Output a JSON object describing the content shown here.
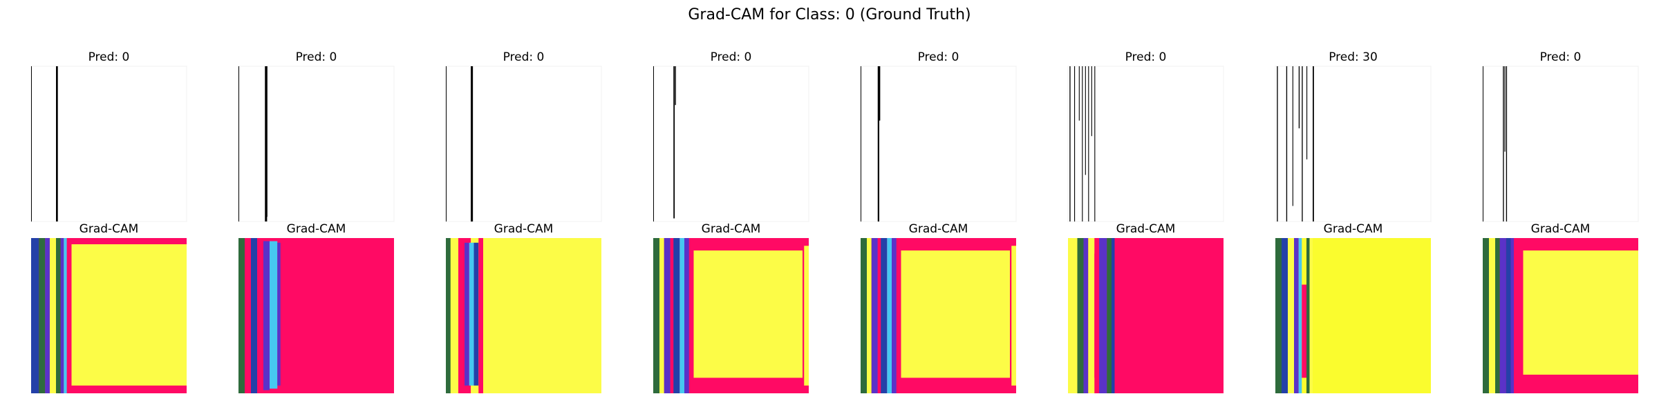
{
  "figure": {
    "suptitle": "Grad-CAM for Class: 0 (Ground Truth)"
  },
  "chart_data": {
    "type": "image-grid",
    "rows": [
      {
        "name": "input",
        "kind": "signal-image"
      },
      {
        "name": "gradcam",
        "kind": "heatmap-overlay"
      }
    ],
    "panels": [
      {
        "pred_title": "Pred: 0",
        "cam_title": "Grad-CAM",
        "prediction": 0,
        "lines": [
          [
            0.0,
            0.004,
            1.0
          ],
          [
            0.16,
            0.012,
            1.0
          ]
        ],
        "cam_style": "A"
      },
      {
        "pred_title": "Pred: 0",
        "cam_title": "Grad-CAM",
        "prediction": 0,
        "lines": [
          [
            0.0,
            0.004,
            1.0
          ],
          [
            0.17,
            0.014,
            1.0
          ],
          [
            0.18,
            0.006,
            0.97
          ]
        ],
        "cam_style": "B"
      },
      {
        "pred_title": "Pred: 0",
        "cam_title": "Grad-CAM",
        "prediction": 0,
        "lines": [
          [
            0.0,
            0.004,
            1.0
          ],
          [
            0.16,
            0.014,
            1.0
          ]
        ],
        "cam_style": "C"
      },
      {
        "pred_title": "Pred: 0",
        "cam_title": "Grad-CAM",
        "prediction": 0,
        "lines": [
          [
            0.0,
            0.004,
            1.0
          ],
          [
            0.13,
            0.008,
            0.98
          ],
          [
            0.14,
            0.006,
            0.25
          ]
        ],
        "cam_style": "D"
      },
      {
        "pred_title": "Pred: 0",
        "cam_title": "Grad-CAM",
        "prediction": 0,
        "lines": [
          [
            0.0,
            0.004,
            1.0
          ],
          [
            0.11,
            0.01,
            1.0
          ],
          [
            0.12,
            0.006,
            0.35
          ]
        ],
        "cam_style": "D"
      },
      {
        "pred_title": "Pred: 0",
        "cam_title": "Grad-CAM",
        "prediction": 0,
        "lines": [
          [
            0.01,
            0.006,
            1.0
          ],
          [
            0.04,
            0.005,
            1.0
          ],
          [
            0.07,
            0.005,
            0.35
          ],
          [
            0.09,
            0.005,
            1.0
          ],
          [
            0.11,
            0.005,
            0.7
          ],
          [
            0.13,
            0.005,
            1.0
          ],
          [
            0.15,
            0.005,
            0.45
          ],
          [
            0.17,
            0.005,
            1.0
          ]
        ],
        "cam_style": "E"
      },
      {
        "pred_title": "Pred: 30",
        "cam_title": "Grad-CAM",
        "prediction": 30,
        "lines": [
          [
            0.01,
            0.006,
            1.0
          ],
          [
            0.07,
            0.006,
            1.0
          ],
          [
            0.11,
            0.005,
            0.9
          ],
          [
            0.15,
            0.006,
            0.4
          ],
          [
            0.17,
            0.006,
            1.0
          ],
          [
            0.2,
            0.005,
            0.6
          ],
          [
            0.24,
            0.008,
            1.0
          ]
        ],
        "cam_style": "F"
      },
      {
        "pred_title": "Pred: 0",
        "cam_title": "Grad-CAM",
        "prediction": 0,
        "lines": [
          [
            0.0,
            0.004,
            1.0
          ],
          [
            0.13,
            0.006,
            1.0
          ],
          [
            0.14,
            0.005,
            0.55
          ],
          [
            0.15,
            0.006,
            1.0
          ]
        ],
        "cam_style": "G"
      }
    ],
    "colors": {
      "signal": "#000000",
      "cam_yellow": "#fcfc47",
      "cam_bright_yellow": "#fafc2e",
      "cam_magenta": "#ff0a64",
      "cam_violet": "#5a32c8",
      "cam_cyan": "#46c8f0",
      "cam_green": "#2e6b3c",
      "cam_blue": "#2440a8"
    }
  }
}
